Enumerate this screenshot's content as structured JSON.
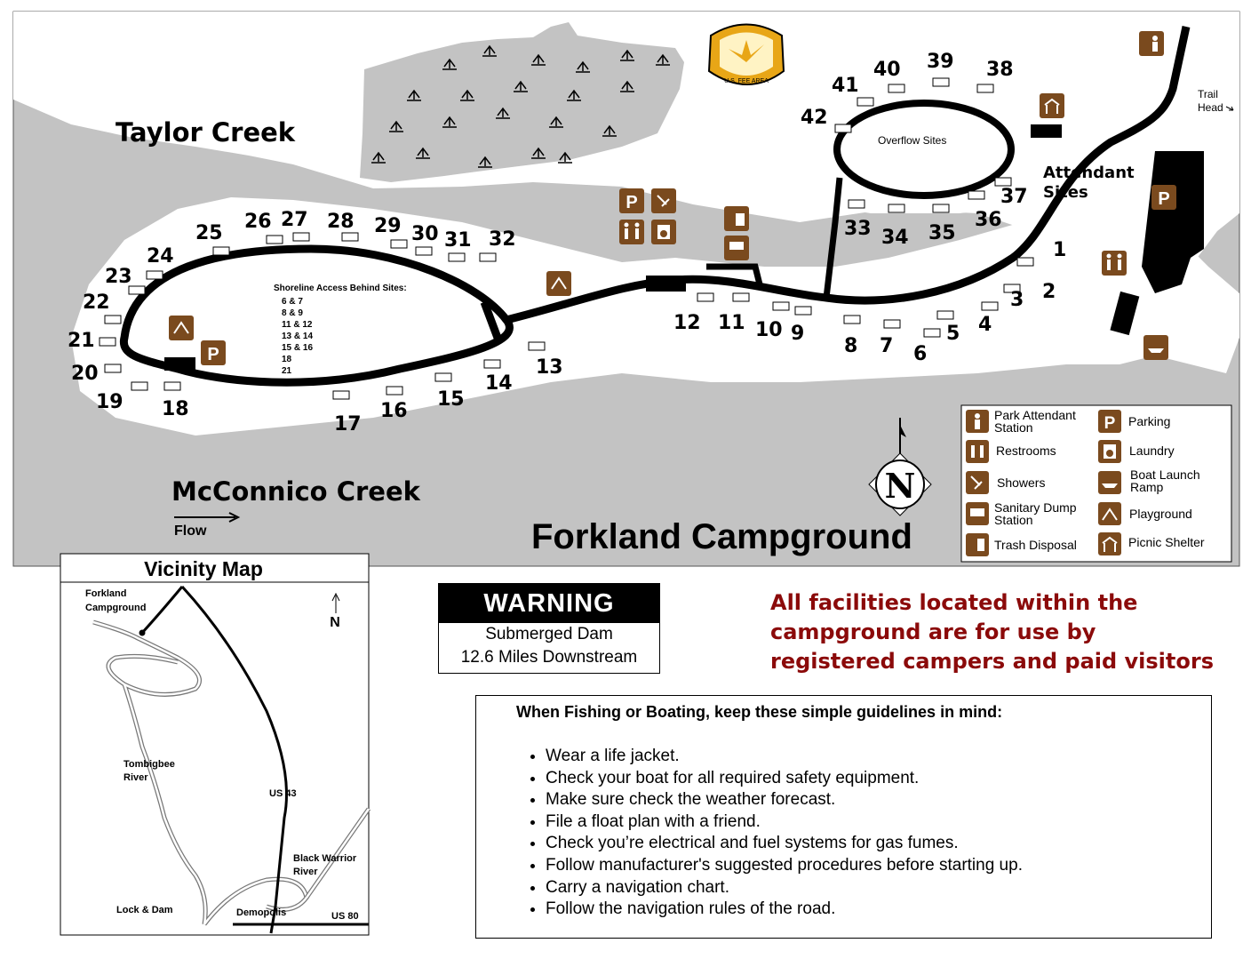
{
  "map": {
    "title": "Forkland Campground",
    "water_labels": {
      "taylor_creek": "Taylor Creek",
      "mcconnico_creek": "McConnico Creek",
      "flow": "Flow"
    },
    "shoreline_note": {
      "heading": "Shoreline Access Behind Sites:",
      "lines": [
        "6 & 7",
        "8 & 9",
        "11 & 12",
        "13 & 14",
        "15 & 16",
        "18",
        "21"
      ]
    },
    "overflow_label": "Overflow Sites",
    "attendant_label_line1": "Attendant",
    "attendant_label_line2": "Sites",
    "trail_head_line1": "Trail",
    "trail_head_line2": "Head",
    "fee_badge": "U.S. FEE AREA",
    "north_letter": "N",
    "sites": [
      "1",
      "2",
      "3",
      "4",
      "5",
      "6",
      "7",
      "8",
      "9",
      "10",
      "11",
      "12",
      "13",
      "14",
      "15",
      "16",
      "17",
      "18",
      "19",
      "20",
      "21",
      "22",
      "23",
      "24",
      "25",
      "26",
      "27",
      "28",
      "29",
      "30",
      "31",
      "32",
      "33",
      "34",
      "35",
      "36",
      "37",
      "38",
      "39",
      "40",
      "41",
      "42"
    ],
    "colors": {
      "water": "#c3c3c3",
      "land": "#ffffff",
      "road": "#000000",
      "icon": "#7a4a1e",
      "notice_text": "#8b0a0a"
    }
  },
  "legend": {
    "items": [
      {
        "icon": "park-attendant-icon",
        "label_line1": "Park Attendant",
        "label_line2": "Station"
      },
      {
        "icon": "restrooms-icon",
        "label_line1": "Restrooms",
        "label_line2": ""
      },
      {
        "icon": "showers-icon",
        "label_line1": "Showers",
        "label_line2": ""
      },
      {
        "icon": "dump-station-icon",
        "label_line1": "Sanitary Dump",
        "label_line2": "Station"
      },
      {
        "icon": "trash-icon",
        "label_line1": "Trash Disposal",
        "label_line2": ""
      },
      {
        "icon": "parking-icon",
        "label_line1": "Parking",
        "label_line2": ""
      },
      {
        "icon": "laundry-icon",
        "label_line1": "Laundry",
        "label_line2": ""
      },
      {
        "icon": "boat-launch-icon",
        "label_line1": "Boat Launch",
        "label_line2": "Ramp"
      },
      {
        "icon": "playground-icon",
        "label_line1": "Playground",
        "label_line2": ""
      },
      {
        "icon": "picnic-shelter-icon",
        "label_line1": "Picnic Shelter",
        "label_line2": ""
      }
    ]
  },
  "vicinity": {
    "title": "Vicinity Map",
    "north": "N",
    "labels": {
      "forkland_line1": "Forkland",
      "forkland_line2": "Campground",
      "tombigbee_line1": "Tombigbee",
      "tombigbee_line2": "River",
      "us43": "US 43",
      "black_warrior_line1": "Black Warrior",
      "black_warrior_line2": "River",
      "lock_dam": "Lock & Dam",
      "demopolis": "Demopolis",
      "us80": "US 80"
    }
  },
  "warning": {
    "heading": "WARNING",
    "line1": "Submerged Dam",
    "line2": "12.6 Miles Downstream"
  },
  "notice": {
    "line1": "All facilities located within the",
    "line2": "campground are for use by",
    "line3": "registered campers and paid visitors"
  },
  "guidelines": {
    "title": "When Fishing or Boating, keep these simple guidelines in mind:",
    "items": [
      "Wear a life jacket.",
      "Check your boat for all required safety equipment.",
      "Make sure check the weather forecast.",
      "File a float plan with a friend.",
      "Check you’re electrical and fuel systems for gas fumes.",
      "Follow manufacturer's suggested procedures before starting up.",
      "Carry a navigation chart.",
      "Follow the navigation rules of the road."
    ]
  }
}
